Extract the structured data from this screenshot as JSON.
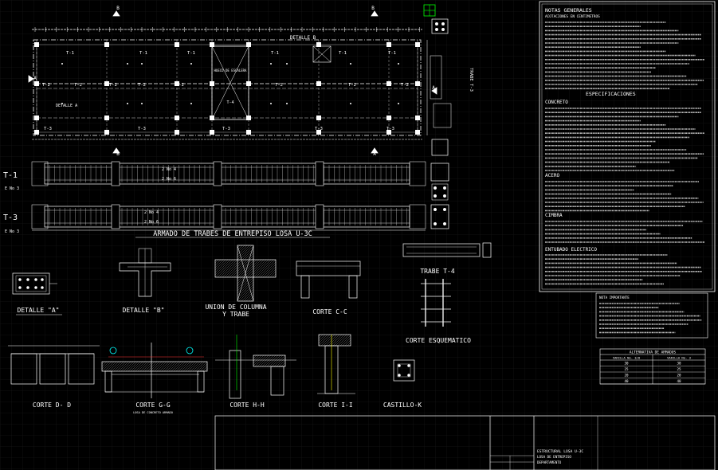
{
  "plan": {
    "section_marks": [
      "B",
      "A",
      "A",
      "B",
      "B",
      "A"
    ],
    "detail_b": "DETALLE B",
    "detail_a": "DETALLE A",
    "beam_labels_top": [
      "T-1",
      "T-1",
      "T-1",
      "T-1",
      "T-1",
      "T-1"
    ],
    "beam_labels_mid": [
      "T-2",
      "T-2",
      "T-2",
      "T-2",
      "T-2",
      "T-2",
      "T-2",
      "T-2"
    ],
    "beam_labels_bot": [
      "T-3",
      "T-3",
      "T-3",
      "T-3",
      "T-3"
    ],
    "stair_void": "HUECO DE ESCALERA",
    "t4": "T-4",
    "side_label": "TRABE T-3"
  },
  "beam_elevations": {
    "t1_label": "T-1",
    "t3_label": "T-3",
    "e_no3": "E No 3",
    "rebar_notes": [
      "2 No 4",
      "2 No 6",
      "2 No 4",
      "2 No 6"
    ],
    "title": "ARMADO DE TRABES DE ENTREPISO LOSA U-3C"
  },
  "details": {
    "detalle_a": "DETALLE \"A\"",
    "detalle_b": "DETALLE \"B\"",
    "union_1": "UNION DE COLUMNA",
    "union_2": "Y TRABE",
    "corte_cc": "CORTE C-C",
    "trabe_t4": "TRABE T-4",
    "corte_esquematico": "CORTE ESQUEMATICO",
    "corte_dd": "CORTE D- D",
    "corte_gg": "CORTE G-G",
    "corte_gg_note": "LOSA DE CONCRETO ARMADO",
    "corte_hh": "CORTE H-H",
    "corte_ii": "CORTE I-I",
    "castillo": "CASTILLO-K"
  },
  "notes": {
    "heading": "NOTAS GENERALES",
    "sub": "ACOTACIONES EN CENTIMETROS",
    "especificaciones": "ESPECIFICACIONES",
    "concreto": "CONCRETO",
    "acero": "ACERO",
    "cimbra": "CIMBRA",
    "entubado": "ENTUBADO ELECTRICO",
    "nota_importante": "NOTA IMPORTANTE"
  },
  "table": {
    "title": "ALTERNATIVA DE ARMADOS",
    "headers": [
      "VARILLA No. 3/8",
      "VARILLA No. 3"
    ],
    "rows": [
      [
        "30",
        "30"
      ],
      [
        "25",
        "25"
      ],
      [
        "20",
        "20"
      ],
      [
        "40",
        "40"
      ]
    ]
  },
  "title_block": {
    "line1": "ESTRUCTURAL LOSA U-3C",
    "line2": "LOSA DE ENTREPISO",
    "line3": "DEPARTAMENTO"
  },
  "colors": {
    "background": "#000000",
    "line": "#ffffff",
    "accent_cyan": "#00ffff",
    "accent_green": "#00ff00",
    "accent_red": "#ff3333",
    "accent_yellow": "#ffff00",
    "grid": "#141414"
  }
}
